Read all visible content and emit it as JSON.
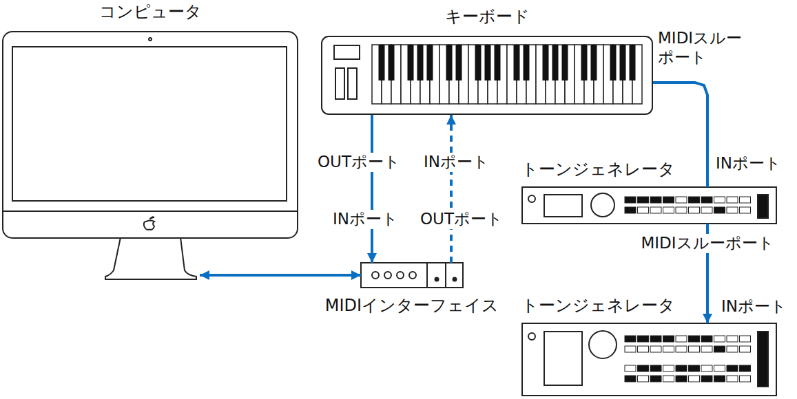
{
  "diagram": {
    "nodes": [
      {
        "text": [
          "コンピュータ"
        ]
      },
      {
        "text": [
          "キーボード"
        ]
      },
      {
        "text": [
          "MIDIインターフェイス"
        ]
      },
      {
        "text": [
          "トーンジェネレータ"
        ]
      },
      {
        "text": [
          "トーンジェネレータ"
        ]
      }
    ],
    "edges": [
      {
        "from": 0,
        "to": 2,
        "arrow": "both"
      },
      {
        "from": 1,
        "to": 2,
        "arrow": "to"
      },
      {
        "from": 2,
        "to": 1,
        "arrow": "to"
      },
      {
        "from": 1,
        "to": 3,
        "arrow": "none"
      },
      {
        "from": 3,
        "to": 4,
        "arrow": "to"
      }
    ],
    "labels": [
      "MIDIスルーポート",
      "OUTポート",
      "INポート",
      "INポート",
      "OUTポート",
      "INポート",
      "MIDIスルーポート",
      "INポート"
    ]
  }
}
